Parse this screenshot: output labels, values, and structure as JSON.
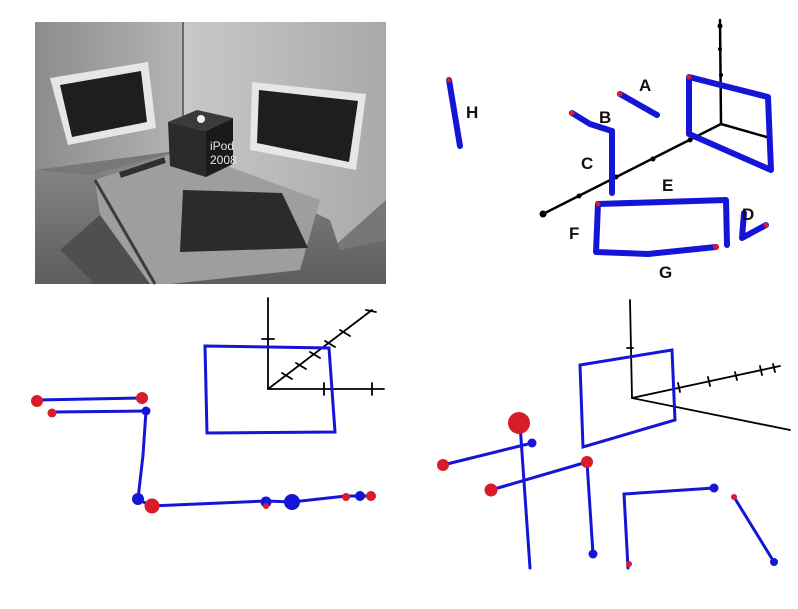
{
  "colors": {
    "segment": "#1515d8",
    "endpoint": "#d81c2a",
    "axis": "#000000"
  },
  "photo": {
    "box_text_line1": "iPod",
    "box_text_line2": "2008"
  },
  "segment_labels": {
    "a": "A",
    "b": "B",
    "c": "C",
    "d": "D",
    "e": "E",
    "f": "F",
    "g": "G",
    "h": "H"
  }
}
